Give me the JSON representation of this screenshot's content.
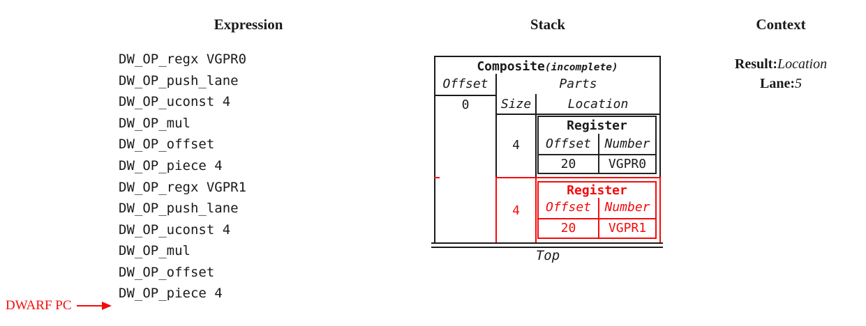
{
  "columns": {
    "expression_title": "Expression",
    "stack_title": "Stack",
    "context_title": "Context"
  },
  "expression": {
    "items": [
      "DW_OP_regx VGPR0",
      "DW_OP_push_lane",
      "DW_OP_uconst 4",
      "DW_OP_mul",
      "DW_OP_offset",
      "DW_OP_piece 4",
      "DW_OP_regx VGPR1",
      "DW_OP_push_lane",
      "DW_OP_uconst 4",
      "DW_OP_mul",
      "DW_OP_offset",
      "DW_OP_piece 4"
    ],
    "pc_label": "DWARF PC"
  },
  "stack": {
    "composite": {
      "title": "Composite",
      "qualifier": "(incomplete)",
      "offset_header": "Offset",
      "offset_value": "0",
      "parts_header": "Parts",
      "size_header": "Size",
      "location_header": "Location",
      "parts": [
        {
          "size": "4",
          "register": {
            "title": "Register",
            "offset_header": "Offset",
            "number_header": "Number",
            "offset_value": "20",
            "number_value": "VGPR0"
          }
        },
        {
          "size": "4",
          "register": {
            "title": "Register",
            "offset_header": "Offset",
            "number_header": "Number",
            "offset_value": "20",
            "number_value": "VGPR1"
          }
        }
      ]
    },
    "top_label": "Top"
  },
  "context": {
    "result_label": "Result:",
    "result_value": "Location",
    "lane_label": "Lane:",
    "lane_value": "5"
  },
  "colors": {
    "ink": "#1a1a1a",
    "highlight_red": "#f40b0b"
  }
}
